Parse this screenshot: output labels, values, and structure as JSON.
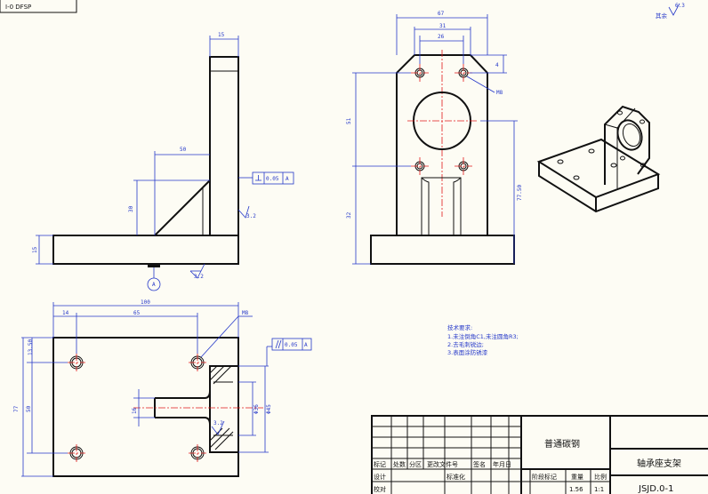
{
  "view_label": "I-0 DFSP",
  "surface_roughness": "6.3",
  "roughness_note": "其余",
  "side_view": {
    "dims": {
      "top_width": "15",
      "gusset_width": "50",
      "gusset_height": "30",
      "base_thickness": "15"
    },
    "flatness": {
      "value": "0.05",
      "datum": "A"
    },
    "datum_label": "A",
    "roughness_side": "3.2",
    "roughness_base": "3.2"
  },
  "front_view": {
    "dims": {
      "overall_width": "67",
      "hole_span": "31",
      "inner": "26",
      "top_offset": "4",
      "height_upper": "51",
      "height_lower": "32",
      "overall_height": "77.50"
    },
    "thread_label": "M8"
  },
  "top_view": {
    "dims": {
      "length": "100",
      "edge_offset": "14",
      "hole_span": "65",
      "left_width": "13.50",
      "depth": "77",
      "hole_pitch": "50",
      "slot_width": "16",
      "dia1": "Φ36",
      "dia2": "Φ45"
    },
    "thread_label": "M8",
    "parallelism": {
      "value": "0.05",
      "datum": "A"
    },
    "roughness": "3.2"
  },
  "tech_notes": {
    "heading": "技术要求:",
    "lines": [
      "1.未注倒角C1,未注圆角R3;",
      "2.去毛刺锐边;",
      "3.表面涂防锈漆"
    ]
  },
  "title_block": {
    "material": "普通碳钢",
    "part_name": "轴承座支架",
    "drawing_no": "JSJD.0-1",
    "scale_value": "1:1",
    "weight_value": "1.56",
    "headers": [
      "标记",
      "处数",
      "分区",
      "更改文件号",
      "签名",
      "年月日"
    ],
    "row_labels": [
      "设计",
      "标准化",
      "阶段标记",
      "重量",
      "比例"
    ],
    "footer": "校对"
  }
}
